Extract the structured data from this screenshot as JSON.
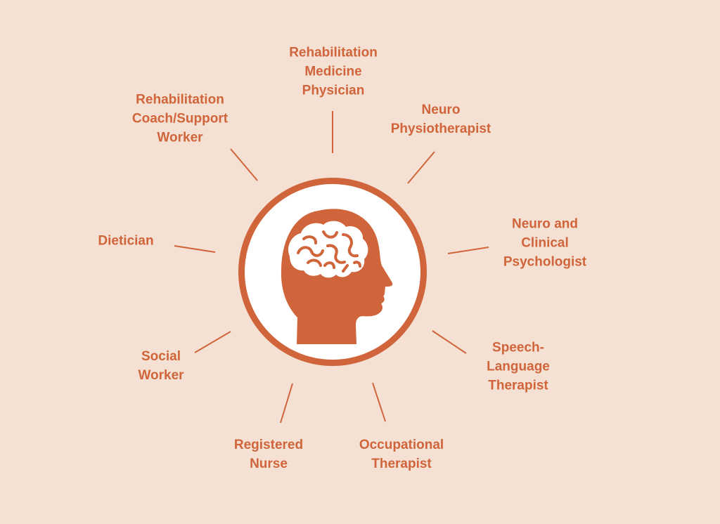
{
  "colors": {
    "background": "#f5e1d3",
    "accent": "#d0643a",
    "hub_fill": "#ffffff"
  },
  "hub_icon": "head-with-brain-icon",
  "roles": [
    {
      "id": "rehab-medicine-physician",
      "lines": [
        "Rehabilitation",
        "Medicine",
        "Physician"
      ]
    },
    {
      "id": "neuro-physiotherapist",
      "lines": [
        "Neuro",
        "Physiotherapist"
      ]
    },
    {
      "id": "neuro-clinical-psychologist",
      "lines": [
        "Neuro and",
        "Clinical",
        "Psychologist"
      ]
    },
    {
      "id": "speech-language-therapist",
      "lines": [
        "Speech-",
        "Language",
        "Therapist"
      ]
    },
    {
      "id": "occupational-therapist",
      "lines": [
        "Occupational",
        "Therapist"
      ]
    },
    {
      "id": "registered-nurse",
      "lines": [
        "Registered",
        "Nurse"
      ]
    },
    {
      "id": "social-worker",
      "lines": [
        "Social",
        "Worker"
      ]
    },
    {
      "id": "dietician",
      "lines": [
        "Dietician"
      ]
    },
    {
      "id": "rehab-coach-support-worker",
      "lines": [
        "Rehabilitation",
        "Coach/Support",
        "Worker"
      ]
    }
  ]
}
